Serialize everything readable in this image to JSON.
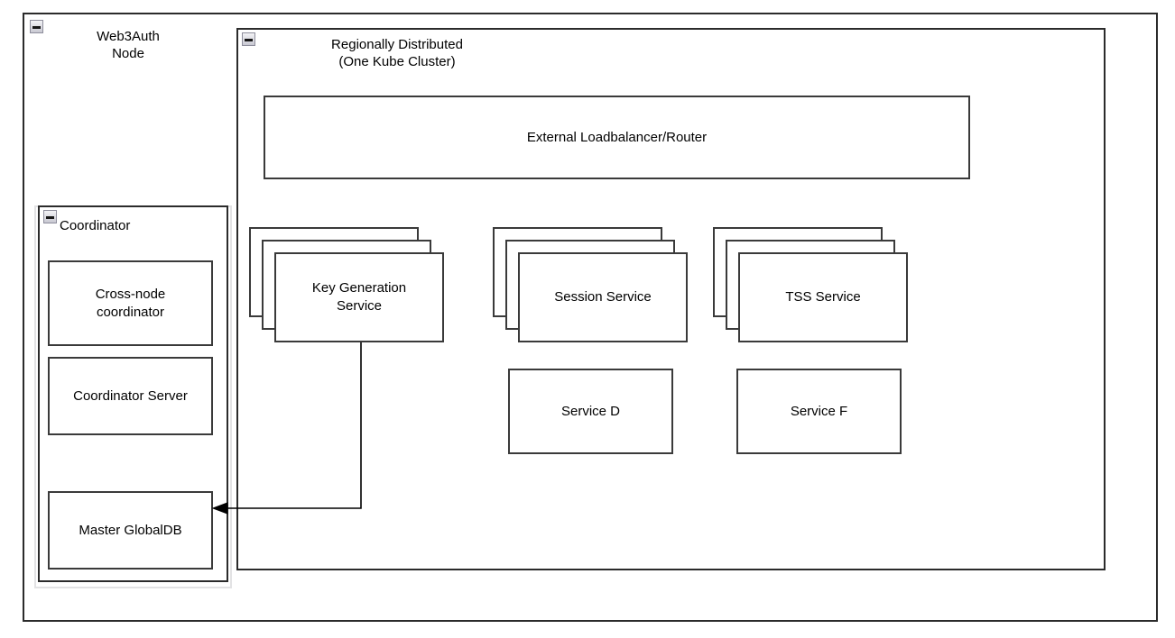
{
  "diagram": {
    "title": "Web3Auth Node architecture",
    "stroke_color": "#3a3a3a",
    "background_color": "#ffffff",
    "icon_name": "collapse-minus-icon"
  },
  "outer_container": {
    "label": "Web3Auth\nNode",
    "collapse_icon": "collapse-minus-icon"
  },
  "coordinator_container": {
    "label": "Coordinator",
    "collapse_icon": "collapse-minus-icon",
    "children": [
      {
        "label": "Cross-node\ncoordinator"
      },
      {
        "label": "Coordinator Server"
      },
      {
        "label": "Master GlobalDB"
      }
    ]
  },
  "cluster_container": {
    "label": "Regionally Distributed\n(One Kube Cluster)",
    "collapse_icon": "collapse-minus-icon",
    "loadbalancer": {
      "label": "External Loadbalancer/Router"
    },
    "stacked_services": [
      {
        "label": "Key Generation\nService",
        "replicas": 3
      },
      {
        "label": "Session Service",
        "replicas": 3
      },
      {
        "label": "TSS Service",
        "replicas": 3
      }
    ],
    "plain_services": [
      {
        "label": "Service D"
      },
      {
        "label": "Service F"
      }
    ]
  },
  "connections": [
    {
      "from": "Key Generation Service",
      "to": "Master GlobalDB",
      "arrow": "end",
      "style": "orthogonal"
    }
  ]
}
